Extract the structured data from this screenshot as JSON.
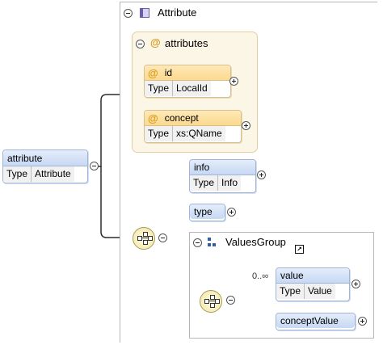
{
  "root_element": {
    "name": "attribute",
    "type_key": "Type",
    "type_value": "Attribute"
  },
  "complex_type": {
    "name": "Attribute"
  },
  "attributes_group": {
    "name": "attributes"
  },
  "attributes": [
    {
      "name": "id",
      "type_key": "Type",
      "type_value": "LocalId"
    },
    {
      "name": "concept",
      "type_key": "Type",
      "type_value": "xs:QName"
    }
  ],
  "sequence_children": [
    {
      "name": "info",
      "type_key": "Type",
      "type_value": "Info"
    },
    {
      "name": "type"
    }
  ],
  "values_group": {
    "name": "ValuesGroup",
    "cardinality": "0..∞",
    "elements": [
      {
        "name": "value",
        "type_key": "Type",
        "type_value": "Value"
      },
      {
        "name": "conceptValue"
      }
    ]
  },
  "icons": {
    "attribute_marker": "@",
    "collapse": "collapse-circle-icon",
    "expand": "expand-circle-icon",
    "sequence": "sequence-compositor-icon",
    "group": "model-group-icon",
    "reference": "reference-arrow-icon"
  },
  "colors": {
    "element_header": "#c7d8f3",
    "attribute_header": "#fbd98e",
    "attributes_group_bg": "#fcf6e6",
    "compositor": "#f2e6a6"
  }
}
